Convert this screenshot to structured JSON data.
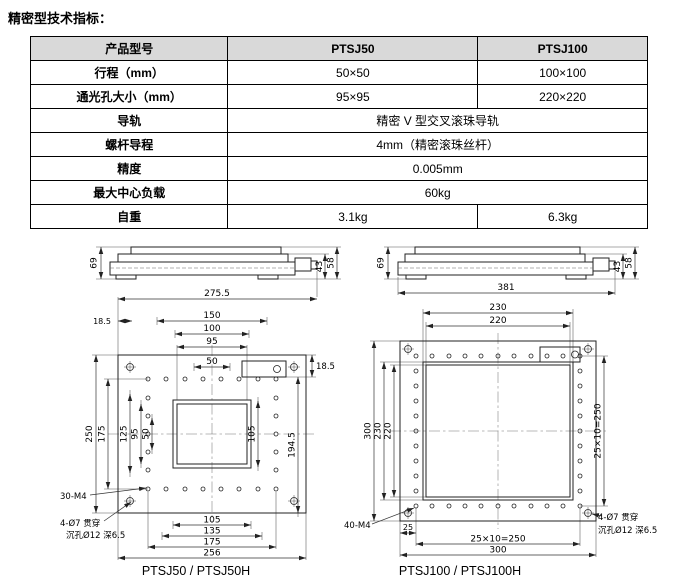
{
  "page": {
    "title": "精密型技术指标："
  },
  "colors": {
    "table_header_bg": "#d9d9d9"
  },
  "table": {
    "header": [
      "产品型号",
      "PTSJ50",
      "PTSJ100"
    ],
    "rows": [
      {
        "label": "行程（mm）",
        "values": [
          "50×50",
          "100×100"
        ]
      },
      {
        "label": "通光孔大小（mm）",
        "values": [
          "95×95",
          "220×220"
        ]
      },
      {
        "label": "导轨",
        "value": "精密 V 型交叉滚珠导轨"
      },
      {
        "label": "螺杆导程",
        "value": "4mm（精密滚珠丝杆）"
      },
      {
        "label": "精度",
        "value": "0.005mm"
      },
      {
        "label": "最大中心负载",
        "value": "60kg"
      },
      {
        "label": "自重",
        "values": [
          "3.1kg",
          "6.3kg"
        ]
      }
    ]
  },
  "drawings": {
    "left": {
      "caption": "PTSJ50 / PTSJ50H",
      "side": {
        "height": "69",
        "h_table": "43",
        "h_total": "58"
      },
      "top_dims": [
        "275.5",
        "18.5",
        "150",
        "100",
        "95",
        "50"
      ],
      "left_dims": [
        "250",
        "175",
        "125",
        "95",
        "50"
      ],
      "right_dims": [
        "18.5",
        "105",
        "194.5"
      ],
      "bottom_dims": [
        "105",
        "135",
        "175",
        "256"
      ],
      "annotations": {
        "screws": "30-M4",
        "through": "4-Ø7 贯穿",
        "counterbore": "沉孔Ø12 深6.5"
      }
    },
    "right": {
      "caption": "PTSJ100 / PTSJ100H",
      "side": {
        "width": "381",
        "height": "69",
        "h_table": "43",
        "h_total": "58"
      },
      "top_dims": [
        "230",
        "220"
      ],
      "left_dims": [
        "300",
        "230",
        "220"
      ],
      "right_dims": [
        "25×10=250"
      ],
      "bottom_dims": [
        "25",
        "25×10=250",
        "300"
      ],
      "annotations": {
        "screws": "40-M4",
        "through": "4-Ø7 贯穿",
        "counterbore": "沉孔Ø12 深6.5"
      }
    }
  }
}
